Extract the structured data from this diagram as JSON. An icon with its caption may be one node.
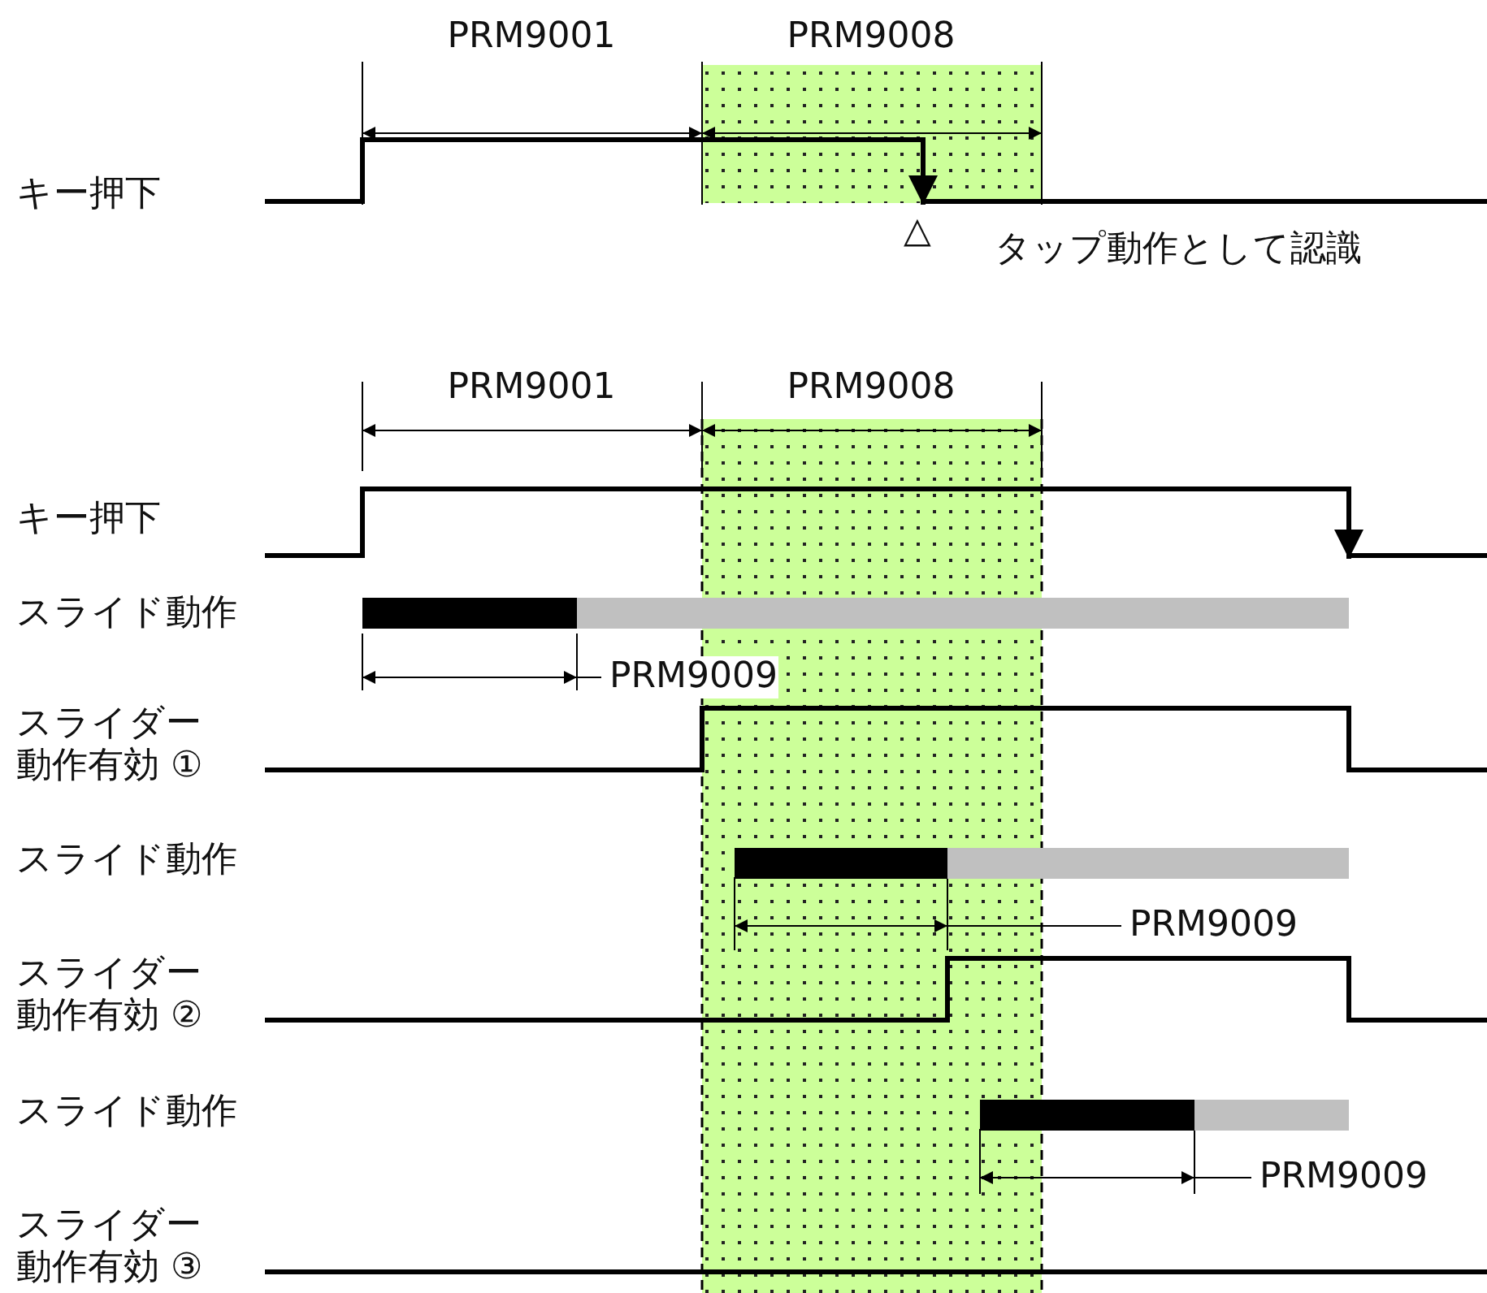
{
  "diagram": {
    "labels": [
      "PRM9001",
      "PRM9008",
      "キー押下",
      "△",
      "タップ動作として認識",
      "PRM9001",
      "PRM9008",
      "キー押下",
      "スライド動作",
      "PRM9009",
      "スライダー動作有効 ①",
      "スライド動作",
      "PRM9009",
      "スライダー動作有効 ②",
      "スライド動作",
      "PRM9009",
      "スライダー動作有効 ③"
    ]
  }
}
